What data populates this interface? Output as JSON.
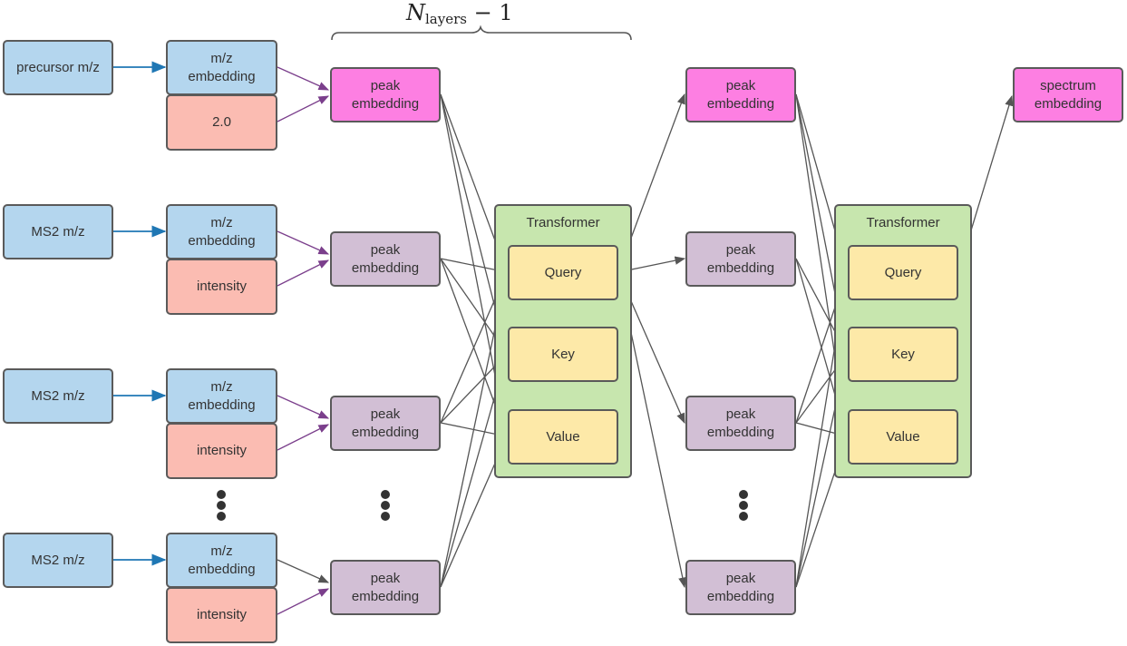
{
  "brace": {
    "symbol": "N",
    "subscript": "layers",
    "suffix": " − 1"
  },
  "inputs": [
    {
      "source": "precursor m/z",
      "embedding": "m/z\nembedding",
      "second": "2.0",
      "peak": "peak\nembedding",
      "peak_color": "pink"
    },
    {
      "source": "MS2 m/z",
      "embedding": "m/z\nembedding",
      "second": "intensity",
      "peak": "peak\nembedding",
      "peak_color": "lilac"
    },
    {
      "source": "MS2 m/z",
      "embedding": "m/z\nembedding",
      "second": "intensity",
      "peak": "peak\nembedding",
      "peak_color": "lilac"
    },
    {
      "source": "MS2 m/z",
      "embedding": "m/z\nembedding",
      "second": "intensity",
      "peak": "peak\nembedding",
      "peak_color": "lilac"
    }
  ],
  "transformer_1": {
    "title": "Transformer",
    "query": "Query",
    "key": "Key",
    "value": "Value"
  },
  "outputs_1": [
    "peak\nembedding",
    "peak\nembedding",
    "peak\nembedding",
    "peak\nembedding"
  ],
  "transformer_2": {
    "title": "Transformer",
    "query": "Query",
    "key": "Key",
    "value": "Value"
  },
  "final": {
    "label": "spectrum\nembedding"
  },
  "colors": {
    "blue_arrow": "#1f77b4",
    "purple_arrow": "#7b3f8c",
    "gray_arrow": "#555555",
    "blue_box": "#b4d6ee",
    "salmon_box": "#fbbcb2",
    "pink_box": "#fd7fe2",
    "lilac_box": "#d2bfd5",
    "yellow_box": "#fde9a8",
    "green_block": "#c7e6ae"
  }
}
